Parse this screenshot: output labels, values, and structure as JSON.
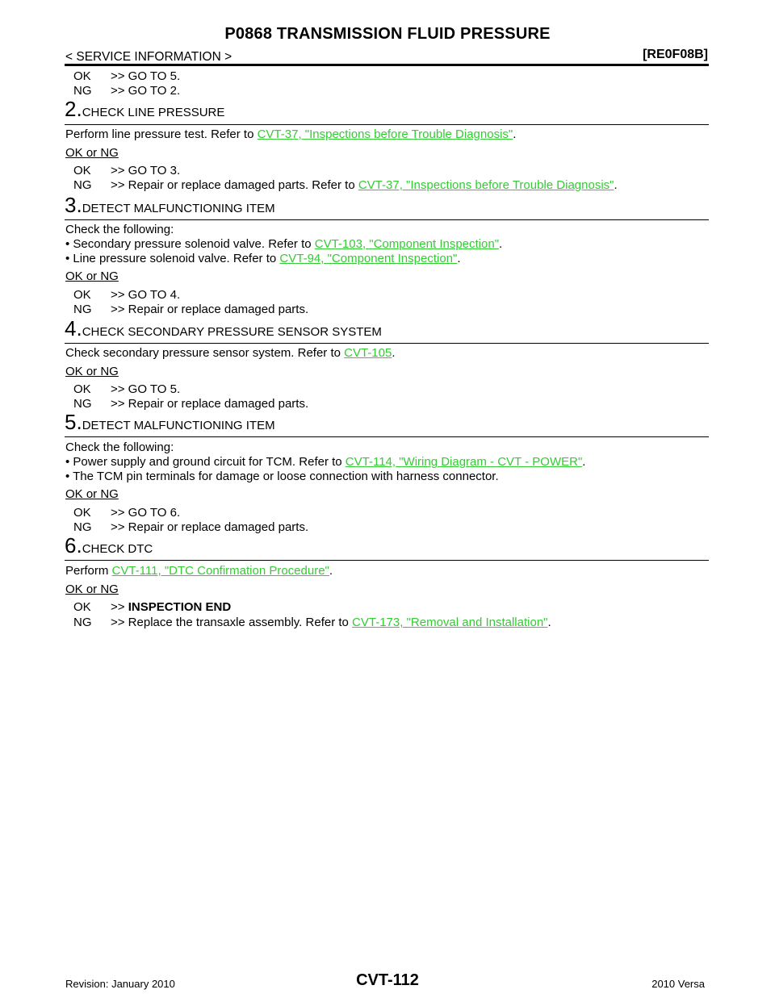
{
  "header": {
    "title": "P0868 TRANSMISSION FLUID PRESSURE",
    "breadcrumb": "< SERVICE INFORMATION >",
    "model_code": "[RE0F08B]"
  },
  "intro": {
    "ok_code": "OK",
    "ok_text": ">> GO TO 5.",
    "ng_code": "NG",
    "ng_text": ">> GO TO 2."
  },
  "step2": {
    "num": "2.",
    "title": "CHECK LINE PRESSURE",
    "desc": "Perform line pressure test. Refer to ",
    "desc_link": "CVT-37, \"Inspections before Trouble Diagnosis\"",
    "okng": "OK or NG",
    "ok_code": "OK",
    "ok_text": ">> GO TO 3.",
    "ng_code": "NG",
    "ng_text": ">> Repair or replace damaged parts. Refer to ",
    "ng_link": "CVT-37, \"Inspections before Trouble Diagnosis\""
  },
  "step3": {
    "num": "3.",
    "title": "DETECT MALFUNCTIONING ITEM",
    "desc": "Check the following:",
    "bullet1": "• Secondary pressure solenoid valve. Refer to ",
    "bullet1_link": "CVT-103, \"Component Inspection\"",
    "bullet2": "• Line pressure solenoid valve. Refer to ",
    "bullet2_link": "CVT-94, \"Component Inspection\"",
    "okng": "OK or NG",
    "ok_code": "OK",
    "ok_text": ">> GO TO 4.",
    "ng_code": "NG",
    "ng_text": ">> Repair or replace damaged parts."
  },
  "step4": {
    "num": "4.",
    "title": "CHECK SECONDARY PRESSURE SENSOR SYSTEM",
    "desc": "Check secondary pressure sensor system. Refer to ",
    "desc_link": "CVT-105",
    "okng": "OK or NG",
    "ok_code": "OK",
    "ok_text": ">> GO TO 5.",
    "ng_code": "NG",
    "ng_text": ">> Repair or replace damaged parts."
  },
  "step5": {
    "num": "5.",
    "title": "DETECT MALFUNCTIONING ITEM",
    "desc": "Check the following:",
    "bullet1": "• Power supply and ground circuit for TCM. Refer to ",
    "bullet1_link": "CVT-114, \"Wiring Diagram - CVT - POWER\"",
    "bullet2": "• The TCM pin terminals for damage or loose connection with harness connector.",
    "okng": "OK or NG",
    "ok_code": "OK",
    "ok_text": ">> GO TO 6.",
    "ng_code": "NG",
    "ng_text": ">> Repair or replace damaged parts."
  },
  "step6": {
    "num": "6.",
    "title": "CHECK DTC",
    "desc": "Perform ",
    "desc_link": "CVT-111, \"DTC Confirmation Procedure\"",
    "okng": "OK or NG",
    "ok_code": "OK",
    "ok_arrow": ">> ",
    "ok_strong": "INSPECTION END",
    "ng_code": "NG",
    "ng_text": ">> Replace the transaxle assembly. Refer to ",
    "ng_link": "CVT-173, \"Removal and Installation\""
  },
  "punct": {
    "period": "."
  },
  "footer": {
    "revision": "Revision: January 2010",
    "page": "CVT-112",
    "model": "2010 Versa"
  },
  "colors": {
    "link": "#33cc33",
    "text": "#000000"
  }
}
